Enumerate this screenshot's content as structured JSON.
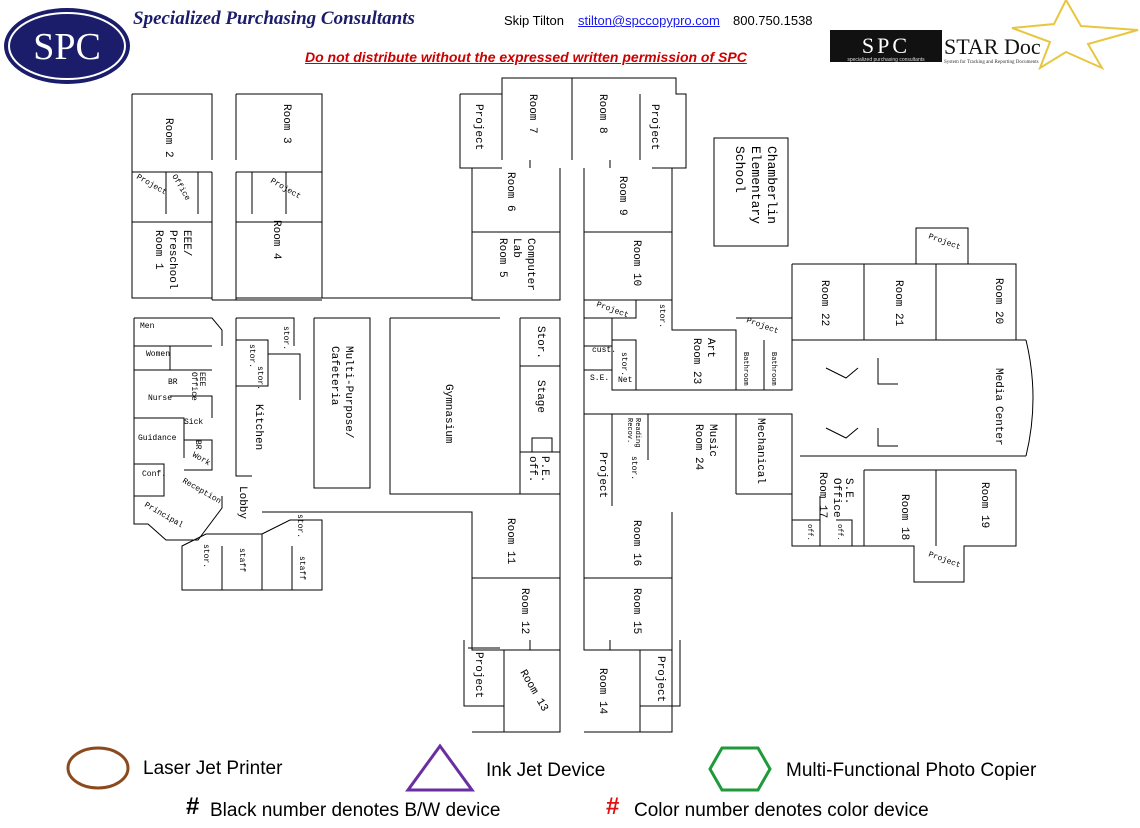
{
  "header": {
    "logo_text": "SPC",
    "company": "Specialized Purchasing Consultants",
    "contact_name": "Skip Tilton",
    "contact_email": "stilton@spccopypro.com",
    "contact_phone": "800.750.1538",
    "notice": "Do not distribute without the expressed written permission of SPC",
    "stardoc_spc": "SPC",
    "stardoc_spc_sub": "specialized purchasing consultants",
    "stardoc_title": "STAR Doc",
    "stardoc_sub": "System for Tracking and Reporting Documents"
  },
  "school_name": [
    "Chamberlin",
    "Elementary",
    "School"
  ],
  "rooms": {
    "room2": "Room 2",
    "room3": "Room 3",
    "room4": "Room 4",
    "room1a": "EEE/",
    "room1b": "Preschool",
    "room1c": "Room 1",
    "room5a": "Computer",
    "room5b": "Lab",
    "room5c": "Room 5",
    "room6": "Room 6",
    "room7": "Room 7",
    "room8": "Room 8",
    "room9": "Room 9",
    "room10": "Room 10",
    "room11": "Room 11",
    "room12": "Room 12",
    "room13": "Room 13",
    "room14": "Room 14",
    "room15": "Room 15",
    "room16": "Room 16",
    "room18": "Room 18",
    "room19": "Room 19",
    "room20": "Room 20",
    "room21": "Room 21",
    "room22": "Room 22",
    "room23a": "Art",
    "room23b": "Room 23",
    "room24a": "Music",
    "room24b": "Room 24",
    "room17a": "S.E.",
    "room17b": "Office",
    "room17c": "Room 17",
    "project": "Project",
    "office": "Office",
    "stor": "stor.",
    "stor_cap": "Stor.",
    "men": "Men",
    "women": "Women",
    "br": "BR",
    "eee_office_a": "EEE",
    "eee_office_b": "Office",
    "nurse": "Nurse",
    "sick": "Sick",
    "work": "Work",
    "guidance": "Guidance",
    "conf": "Conf.",
    "reception": "Reception",
    "principal": "Principal",
    "lobby": "Lobby",
    "kitchen": "Kitchen",
    "staff": "staff",
    "cafeteria_a": "Multi-Purpose/",
    "cafeteria_b": "Cafeteria",
    "gym": "Gymnasium",
    "stage": "Stage",
    "pe_a": "P.E.",
    "pe_b": "off.",
    "cust": "cust.",
    "se": "S.E.",
    "net": "Net",
    "reading_a": "Reading",
    "reading_b": "Recov.",
    "bathroom": "Bathroom",
    "mechanical": "Mechanical",
    "media_a": "Media",
    "media_b": "Center",
    "off": "off."
  },
  "legend": {
    "laser": "Laser Jet Printer",
    "inkjet": "Ink Jet Device",
    "mfp": "Multi-Functional Photo Copier",
    "hash": "#",
    "bw_note": "Black number denotes B/W device",
    "color_note": "Color number denotes color device"
  },
  "colors": {
    "navy": "#1b1d6b",
    "red": "#cc0000",
    "laser": "#8b4a1e",
    "inkjet": "#6a2ea0",
    "mfp": "#1f9a3a"
  },
  "icons": {
    "laser": "oval-icon",
    "inkjet": "triangle-icon",
    "mfp": "hexagon-icon"
  }
}
